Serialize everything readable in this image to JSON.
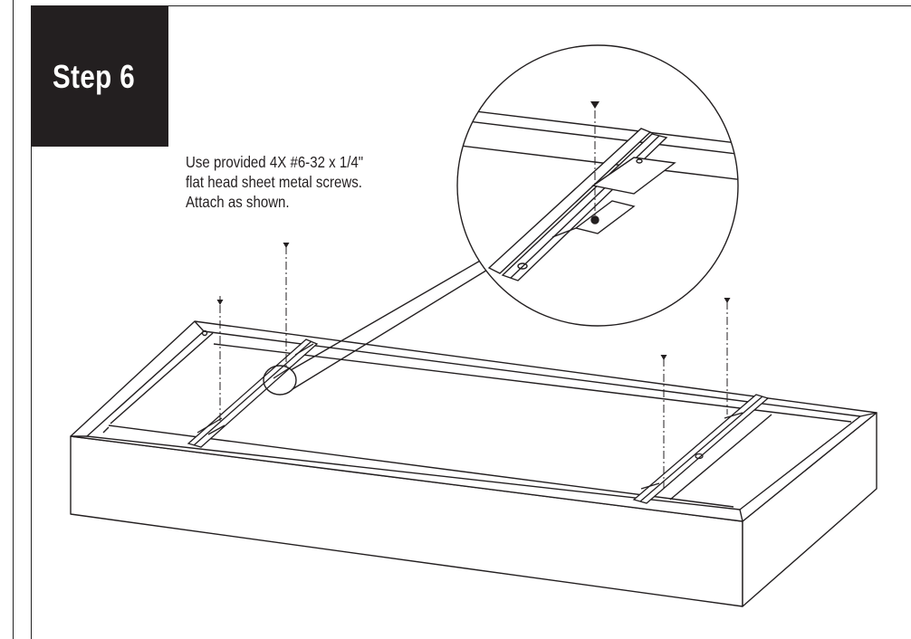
{
  "step": {
    "label": "Step 6"
  },
  "instructions": {
    "lines": [
      "Use provided 4X #6-32 x 1/4\"",
      "flat head sheet metal screws.",
      "Attach as shown."
    ]
  },
  "colors": {
    "ink": "#231f20",
    "paper": "#ffffff",
    "banner": "#231f20"
  },
  "icons": [
    "flat-head-screw-icon"
  ]
}
